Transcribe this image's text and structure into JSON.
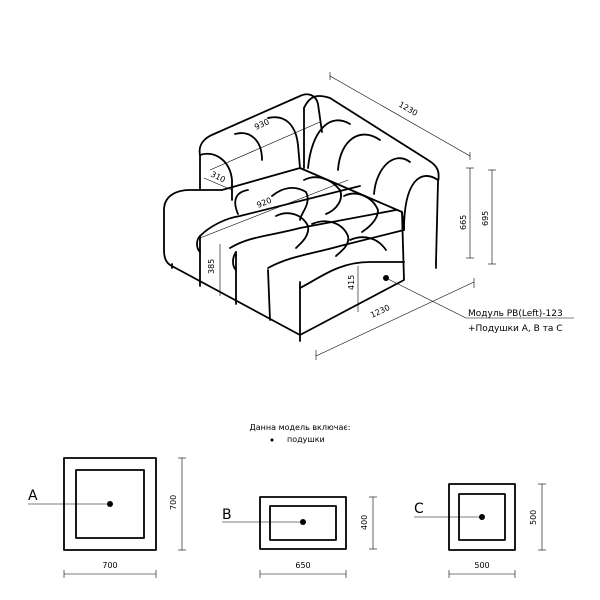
{
  "sofa": {
    "dims": {
      "top_length": "1230",
      "front_length": "1230",
      "backrest_width": "930",
      "seat_width": "920",
      "armrest_depth": "310",
      "seat_height": "385",
      "seat_height_right": "415",
      "total_height_inner": "665",
      "total_height_outer": "695"
    },
    "model_label": "Модуль PB(Left)-123",
    "cushions_label": "+Подушки A, B та C"
  },
  "includes": {
    "title": "Данна модель включає:",
    "items": [
      "подушки"
    ]
  },
  "cushions": [
    {
      "letter": "A",
      "width": "700",
      "height": "700"
    },
    {
      "letter": "B",
      "width": "650",
      "height": "400"
    },
    {
      "letter": "C",
      "width": "500",
      "height": "500"
    }
  ]
}
